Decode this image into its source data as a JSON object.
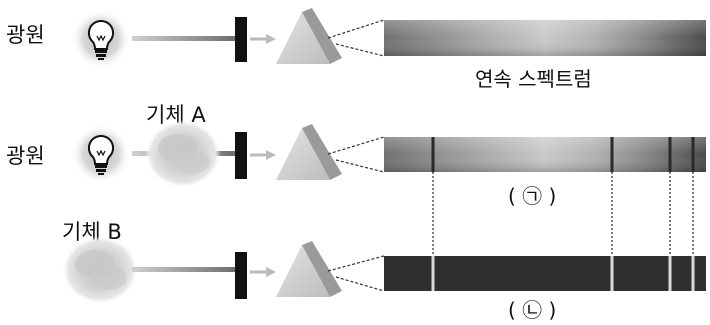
{
  "labels": {
    "light_source_1": "광원",
    "light_source_2": "광원",
    "gas_a": "기체 A",
    "gas_b": "기체 B",
    "continuous_spectrum": "연속 스펙트럼",
    "marker_1": "( ㉠ )",
    "marker_2": "( ㉡ )"
  },
  "icons": [
    "light-bulb-icon",
    "gas-cloud-icon",
    "slit-icon",
    "prism-icon"
  ],
  "spectrum_line_count": 4,
  "colors": {
    "spectrum_dark": "#2f2f2f",
    "emission_line": "#d9d9d9",
    "absorption_line": "#2a2a2a"
  }
}
